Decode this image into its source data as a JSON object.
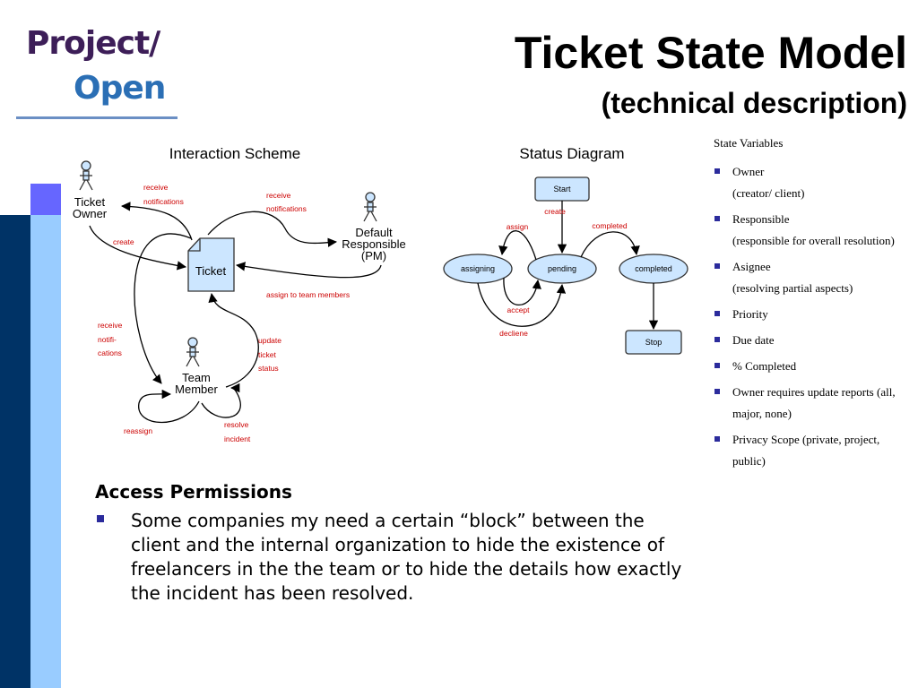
{
  "logo": {
    "line1": "Project/",
    "line2": "Open"
  },
  "slide": {
    "title": "Ticket State Model",
    "subtitle": "(technical description)"
  },
  "interaction": {
    "heading": "Interaction Scheme",
    "actors": {
      "owner_l1": "Ticket",
      "owner_l2": "Owner",
      "pm_l1": "Default",
      "pm_l2": "Responsible",
      "pm_l3": "(PM)",
      "member_l1": "Team",
      "member_l2": "Member"
    },
    "ticket": "Ticket",
    "edges": {
      "receive_owner_l1": "receive",
      "receive_owner_l2": "notifications",
      "receive_pm_l1": "receive",
      "receive_pm_l2": "notifications",
      "create": "create",
      "assign_team": "assign to team members",
      "receive_member_l1": "receive",
      "receive_member_l2": "notifi-",
      "receive_member_l3": "cations",
      "update_l1": "update",
      "update_l2": "ticket",
      "update_l3": "status",
      "reassign": "reassign",
      "resolve_l1": "resolve",
      "resolve_l2": "incident"
    }
  },
  "status": {
    "heading": "Status Diagram",
    "nodes": {
      "start": "Start",
      "assigning": "assigning",
      "pending": "pending",
      "completed": "completed",
      "stop": "Stop"
    },
    "edges": {
      "create": "create",
      "assign": "assign",
      "completed": "completed",
      "accept": "accept",
      "decline": "decliene"
    }
  },
  "state_vars": {
    "heading": "State Variables",
    "items": [
      {
        "l1": "Owner",
        "l2": "(creator/ client)"
      },
      {
        "l1": "Responsible",
        "l2": "(responsible for overall resolution)"
      },
      {
        "l1": "Asignee",
        "l2": "(resolving partial aspects)"
      },
      {
        "l1": "Priority",
        "l2": ""
      },
      {
        "l1": "Due date",
        "l2": ""
      },
      {
        "l1": "% Completed",
        "l2": ""
      },
      {
        "l1": "Owner requires update reports (all, major, none)",
        "l2": ""
      },
      {
        "l1": "Privacy Scope (private, project, public)",
        "l2": ""
      }
    ]
  },
  "access": {
    "heading": "Access Permissions",
    "text": "Some companies my need a certain “block” between the client and the internal organization to hide the existence of freelancers in the the team or to hide the details how exactly the incident has been resolved."
  },
  "colors": {
    "dark_bar": "#003366",
    "light_bar": "#99ccff",
    "accent_square": "#6666ff",
    "node_fill": "#cce6ff",
    "edge_label": "#cc0000"
  }
}
